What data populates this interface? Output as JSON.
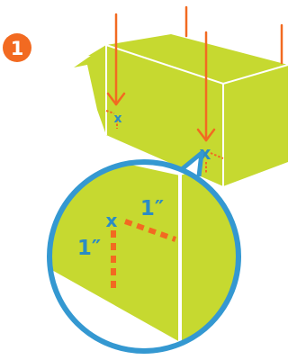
{
  "step": {
    "number": "1"
  },
  "marks": {
    "small_left": "x",
    "small_right": "x",
    "zoom": "x"
  },
  "dimensions": {
    "horizontal": "1″",
    "vertical": "1″"
  },
  "colors": {
    "beam_fill": "#c6d930",
    "beam_edge": "#ffffff",
    "arrow": "#f26a21",
    "zoom_ring": "#3498d1",
    "mark": "#2b8cc4",
    "dim_dash": "#f26a21",
    "badge": "#f26a21"
  }
}
